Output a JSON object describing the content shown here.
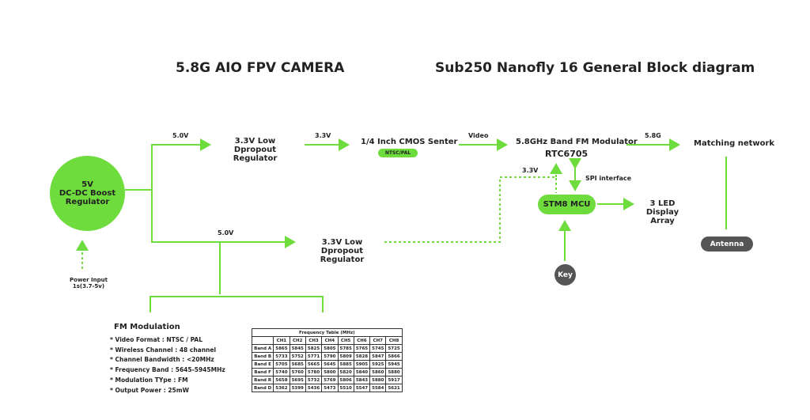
{
  "titles": {
    "left": "5.8G AIO FPV CAMERA",
    "right": "Sub250 Nanofly 16 General Block diagram"
  },
  "blocks": {
    "boost": "5V\nDC-DC Boost\nRegulator",
    "ldo1": "3.3V Low\nDpropout Regulator",
    "cmos": "1/4 Inch CMOS Senter",
    "cmos_badge": "NTSC/PAL",
    "modulator": "5.8GHz Band FM Modulator",
    "modulator_chip": "RTC6705",
    "matching": "Matching network",
    "ldo2": "3.3V Low\nDpropout Regulator",
    "mcu": "STM8 MCU",
    "led": "3 LED\nDisplay Array",
    "antenna": "Antenna",
    "key": "Key",
    "power_input": "Power Input\n1s(3.7-5v)"
  },
  "labels": {
    "v50a": "5.0V",
    "v33a": "3.3V",
    "video": "Video",
    "rf": "5.8G",
    "v33b": "3.3V",
    "spi": "SPI interface",
    "v50b": "5.0V"
  },
  "fm": {
    "title": "FM Modulation",
    "items": [
      "* Video Format : NTSC / PAL",
      "* Wireless Channel : 48 channel",
      "* Channel Bandwidth : <20MHz",
      "* Frequency Band : 5645-5945MHz",
      "* Modulation TYpe : FM",
      "* Output Power : 25mW"
    ]
  },
  "freq_table": {
    "title": "Frequency Table (MHz)",
    "headers": [
      "CH1",
      "CH2",
      "CH3",
      "CH4",
      "CH5",
      "CH6",
      "CH7",
      "CH8"
    ],
    "rows": [
      {
        "band": "Band A",
        "values": [
          "5865",
          "5845",
          "5825",
          "5805",
          "5785",
          "5765",
          "5745",
          "5725"
        ]
      },
      {
        "band": "Band B",
        "values": [
          "5733",
          "5752",
          "5771",
          "5790",
          "5809",
          "5828",
          "5847",
          "5866"
        ]
      },
      {
        "band": "Band E",
        "values": [
          "5705",
          "5685",
          "5665",
          "5645",
          "5885",
          "5905",
          "5925",
          "5945"
        ]
      },
      {
        "band": "Band F",
        "values": [
          "5740",
          "5760",
          "5780",
          "5800",
          "5820",
          "5840",
          "5860",
          "5880"
        ]
      },
      {
        "band": "Band R",
        "values": [
          "5658",
          "5695",
          "5732",
          "5769",
          "5806",
          "5843",
          "5880",
          "5917"
        ]
      },
      {
        "band": "Band D",
        "values": [
          "5362",
          "5399",
          "5436",
          "5473",
          "5510",
          "5547",
          "5584",
          "5621"
        ]
      }
    ]
  },
  "colors": {
    "green": "#6ddc3c",
    "grey": "#555555"
  }
}
